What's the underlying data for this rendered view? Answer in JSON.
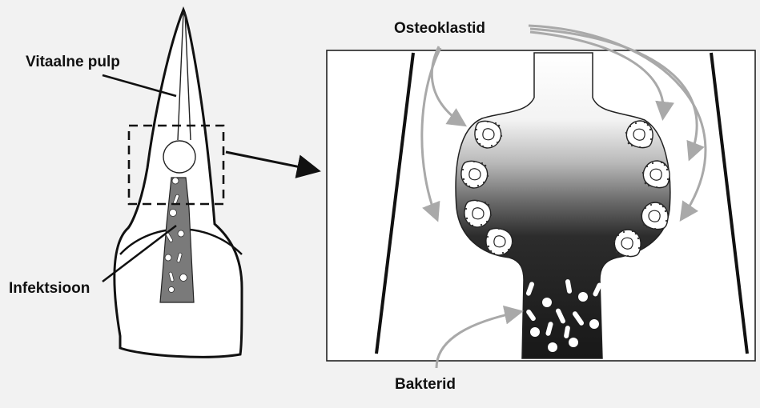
{
  "labels": {
    "vital_pulp": "Vitaalne pulp",
    "infection": "Infektsioon",
    "osteoclasts": "Osteoklastid",
    "bacteria": "Bakterid"
  },
  "colors": {
    "outline": "#111111",
    "infected_canal": "#7a7a7a",
    "lesion_dark": "#1a1a1a",
    "arrow_gray": "#a9a9a9",
    "panel_background": "#ffffff",
    "page_background": "#f2f2f2"
  }
}
